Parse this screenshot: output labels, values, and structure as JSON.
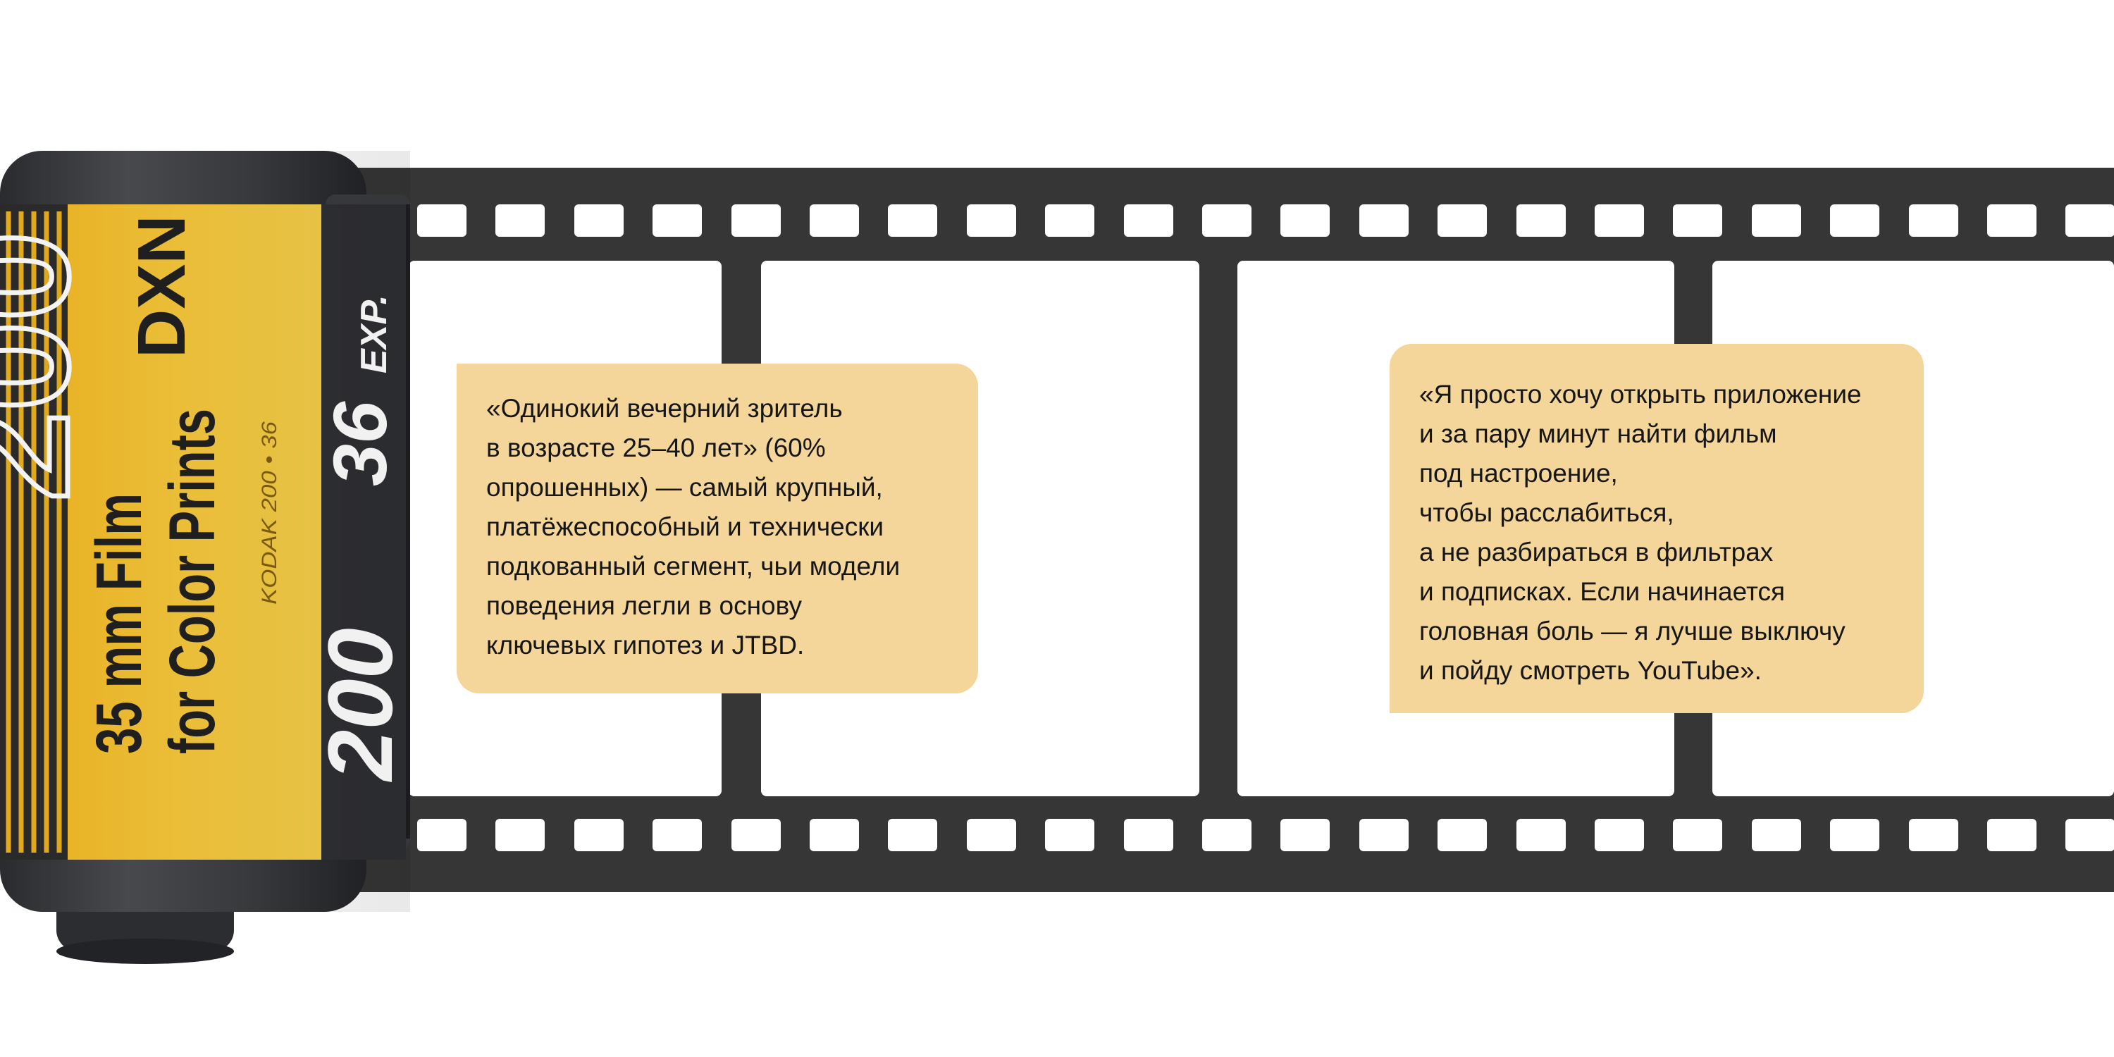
{
  "colors": {
    "film": "#363636",
    "film_dark": "#2b2b2b",
    "canister_yellow": "#f2c12e",
    "canister_stripe": "#2a2a2a",
    "canister_metal": "#3a3b3e",
    "card_bg": "#f4d69a",
    "text": "#161616"
  },
  "canister": {
    "big_number": "200",
    "format_line1": "35 mm Film",
    "format_line2": "for Color Prints",
    "small_print": "KODAK 200 • 36",
    "brand_mark": "DXN",
    "iso_label": "200",
    "exp_count": "36",
    "exp_suffix": "EXP."
  },
  "quotes": {
    "left": {
      "lines": [
        "«Одинокий вечерний зритель",
        "в возрасте 25–40 лет» (60%",
        "опрошенных) — самый крупный,",
        "платёжеспособный и технически",
        "подкованный сегмент, чьи модели",
        "поведения легли в основу",
        "ключевых гипотез и JTBD."
      ]
    },
    "right": {
      "lines": [
        "«Я просто хочу открыть приложение",
        "и за пару минут найти фильм",
        "под настроение,",
        "чтобы расслабиться,",
        "а не разбираться в фильтрах",
        "и подписках. Если начинается",
        "головная боль — я лучше выключу",
        "и пойду смотреть YouTube»."
      ]
    }
  }
}
